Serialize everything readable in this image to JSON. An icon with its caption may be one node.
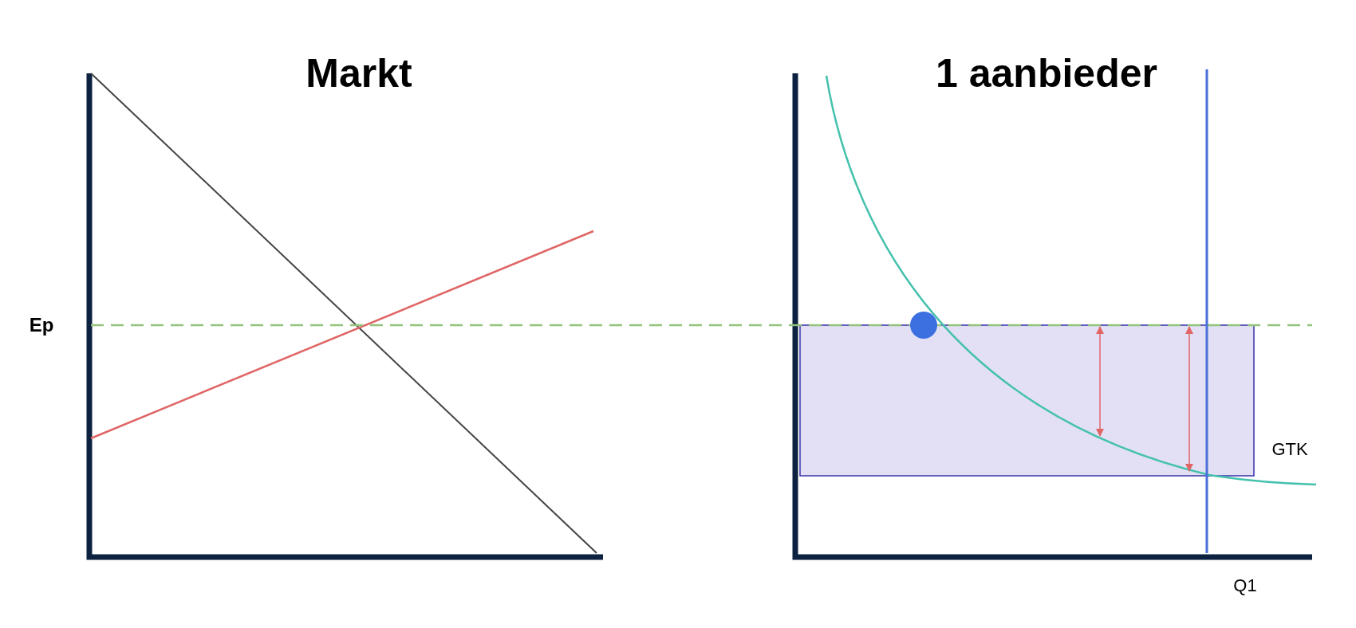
{
  "diagram": {
    "labels": [
      "Markt",
      "1 aanbieder",
      "Ep",
      "GTK",
      "Q1"
    ]
  }
}
